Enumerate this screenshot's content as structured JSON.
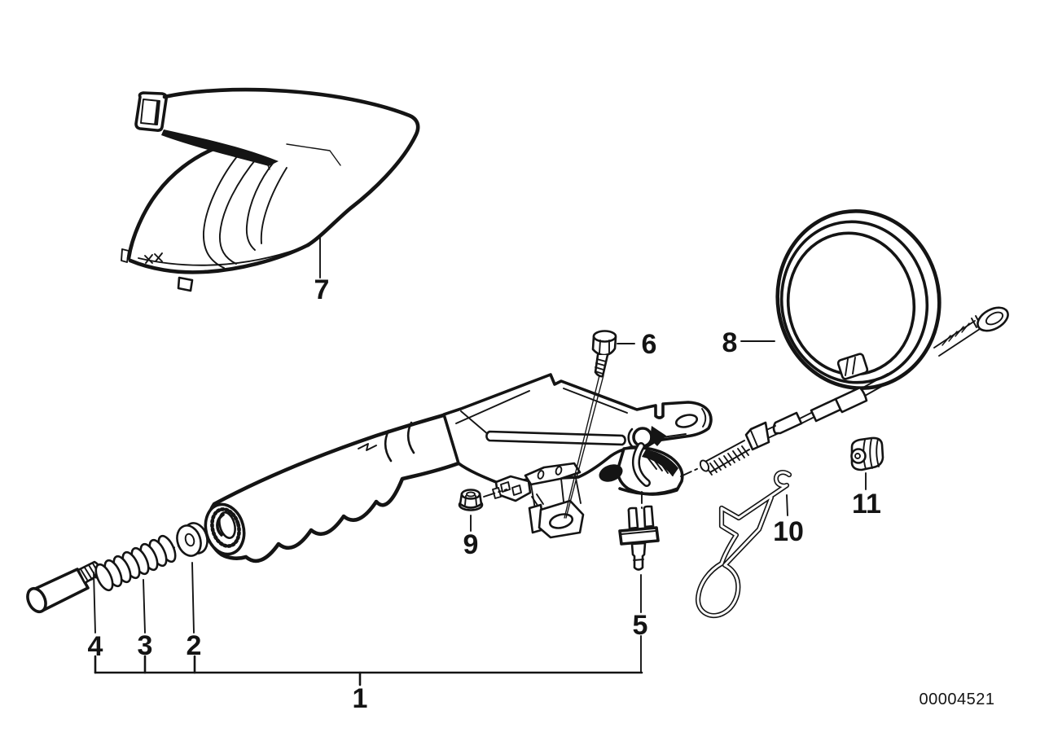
{
  "diagram": {
    "kind": "exploded-parts-line-drawing",
    "image_code": "00004521",
    "callout_labels": [
      "1",
      "2",
      "3",
      "4",
      "5",
      "6",
      "7",
      "8",
      "9",
      "10",
      "11"
    ],
    "colors": {
      "line": "#141414",
      "background": "#ffffff"
    }
  }
}
